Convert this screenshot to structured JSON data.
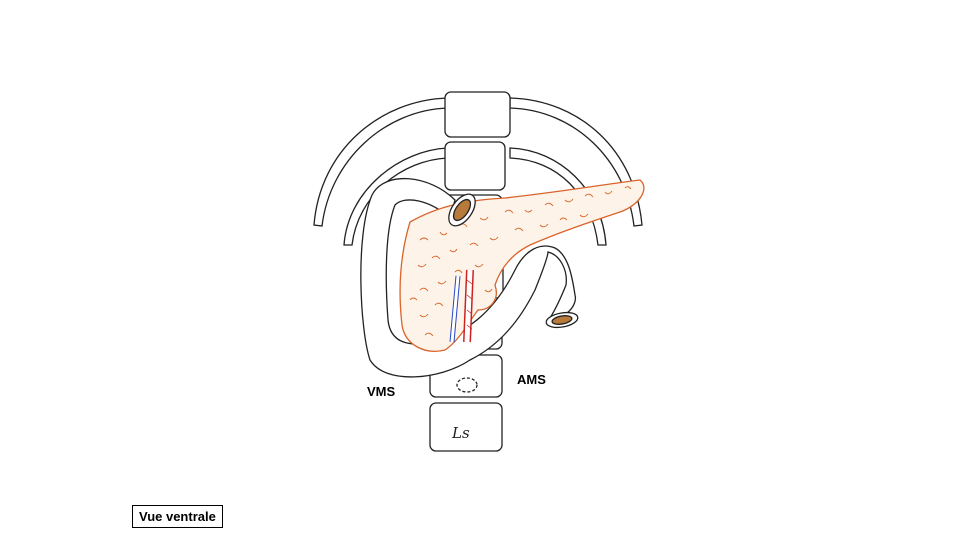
{
  "labels": {
    "vms": "VMS",
    "ams": "AMS",
    "vertebra": "Ls",
    "view": "Vue ventrale"
  },
  "colors": {
    "outline": "#222222",
    "pancreas": "#d9642a",
    "pancreas_fill": "#fdf3e8",
    "vein": "#2448c8",
    "artery": "#cc2222",
    "duct_interior": "#b87a3a"
  },
  "icons": {
    "vertebra": "vertebral-column-illustration",
    "pancreas": "pancreas-illustration"
  }
}
